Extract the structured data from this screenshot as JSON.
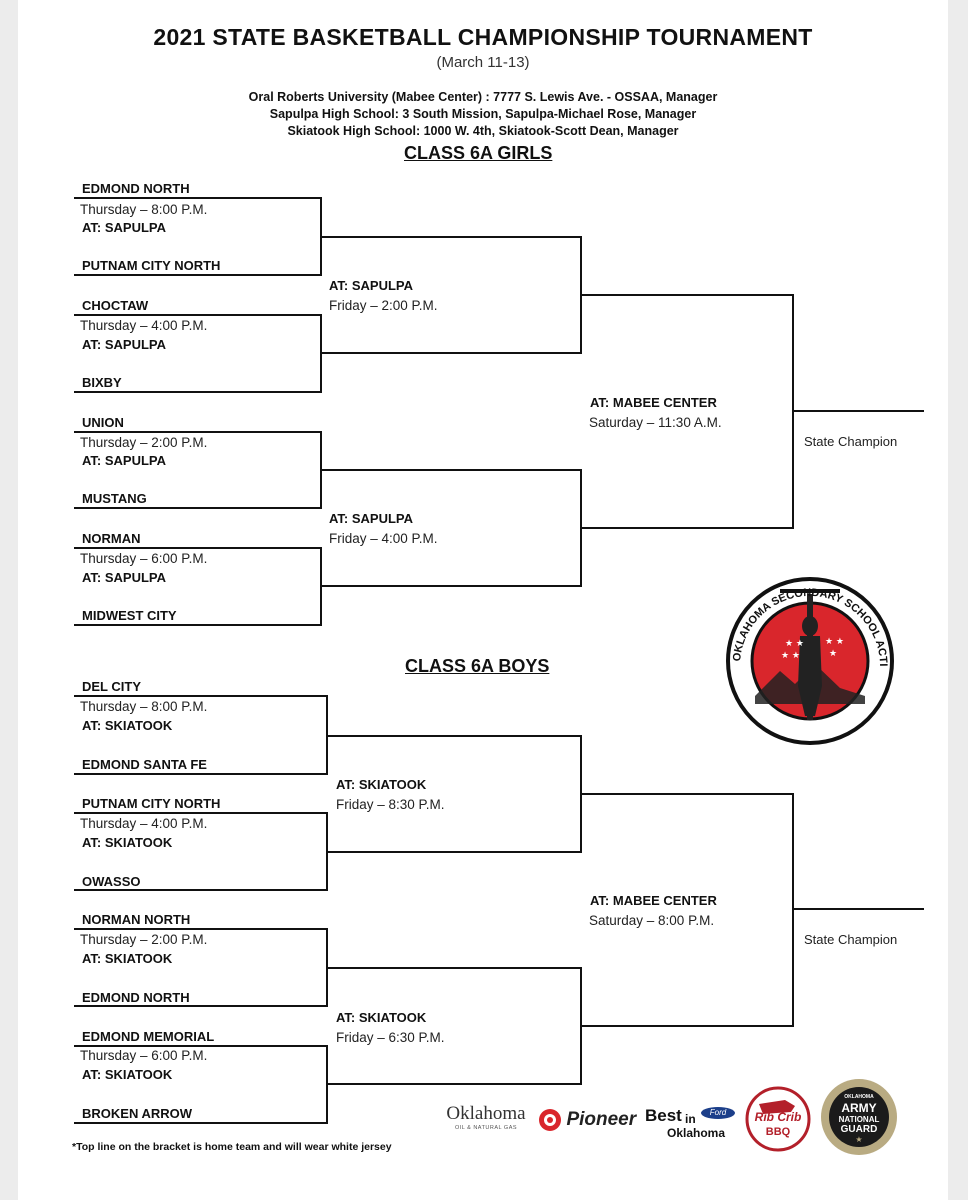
{
  "header": {
    "title": "2021 STATE  BASKETBALL  CHAMPIONSHIP  TOURNAMENT",
    "dates": "(March 11-13)",
    "venues": [
      "Oral Roberts University (Mabee Center) : 7777 S. Lewis Ave. -  OSSAA, Manager",
      "Sapulpa High School: 3 South Mission, Sapulpa-Michael Rose, Manager",
      "Skiatook High School: 1000 W. 4th, Skiatook-Scott Dean, Manager"
    ]
  },
  "girls": {
    "title": "CLASS 6A GIRLS",
    "first_round": [
      {
        "home": "EDMOND NORTH",
        "away": "PUTNAM CITY NORTH",
        "time": "Thursday – 8:00 P.M.",
        "site": "AT:  SAPULPA"
      },
      {
        "home": "CHOCTAW",
        "away": "BIXBY",
        "time": "Thursday – 4:00 P.M.",
        "site": "AT:  SAPULPA"
      },
      {
        "home": "UNION",
        "away": "MUSTANG",
        "time": "Thursday – 2:00 P.M.",
        "site": "AT:  SAPULPA"
      },
      {
        "home": "NORMAN",
        "away": "MIDWEST CITY",
        "time": "Thursday – 6:00 P.M.",
        "site": "AT:  SAPULPA"
      }
    ],
    "semifinals": [
      {
        "site": "AT:  SAPULPA",
        "time": "Friday – 2:00 P.M."
      },
      {
        "site": "AT:  SAPULPA",
        "time": "Friday – 4:00 P.M."
      }
    ],
    "final": {
      "site": "AT:  MABEE CENTER",
      "time": "Saturday – 11:30 A.M."
    },
    "champion_label": "State Champion"
  },
  "boys": {
    "title": "CLASS 6A BOYS",
    "first_round": [
      {
        "home": "DEL CITY",
        "away": "EDMOND SANTA FE",
        "time": "Thursday – 8:00 P.M.",
        "site": "AT:  SKIATOOK"
      },
      {
        "home": "PUTNAM CITY NORTH",
        "away": "OWASSO",
        "time": "Thursday – 4:00 P.M.",
        "site": "AT:  SKIATOOK"
      },
      {
        "home": "NORMAN NORTH",
        "away": "EDMOND NORTH",
        "time": "Thursday – 2:00 P.M.",
        "site": "AT:  SKIATOOK"
      },
      {
        "home": "EDMOND MEMORIAL",
        "away": "BROKEN ARROW",
        "time": "Thursday – 6:00 P.M.",
        "site": "AT:  SKIATOOK"
      }
    ],
    "semifinals": [
      {
        "site": "AT:  SKIATOOK",
        "time": "Friday – 8:30 P.M."
      },
      {
        "site": "AT:  SKIATOOK",
        "time": "Friday – 6:30 P.M."
      }
    ],
    "final": {
      "site": "AT:  MABEE CENTER",
      "time": "Saturday – 8:00 P.M."
    },
    "champion_label": "State Champion"
  },
  "logos": {
    "ossaa": {
      "ring_text": "OKLAHOMA SECONDARY SCHOOL ACTIVITIES ASSOCIATION",
      "accent": "#d9262c"
    },
    "sponsors": {
      "oklahoma_oil": {
        "name": "Oklahoma",
        "sub": "OIL & NATURAL GAS"
      },
      "pioneer": {
        "name": "Pioneer"
      },
      "best_in_oklahoma": {
        "line1": "Best",
        "line2": "in",
        "line3": "Oklahoma",
        "badge": "Ford"
      },
      "rib_crib": {
        "name": "Rib Crib",
        "sub": "BBQ"
      },
      "army_guard": {
        "line1": "OKLAHOMA",
        "line2": "ARMY",
        "line3": "NATIONAL",
        "line4": "GUARD"
      }
    }
  },
  "footnote": "*Top line on the bracket is home team and will wear white jersey"
}
